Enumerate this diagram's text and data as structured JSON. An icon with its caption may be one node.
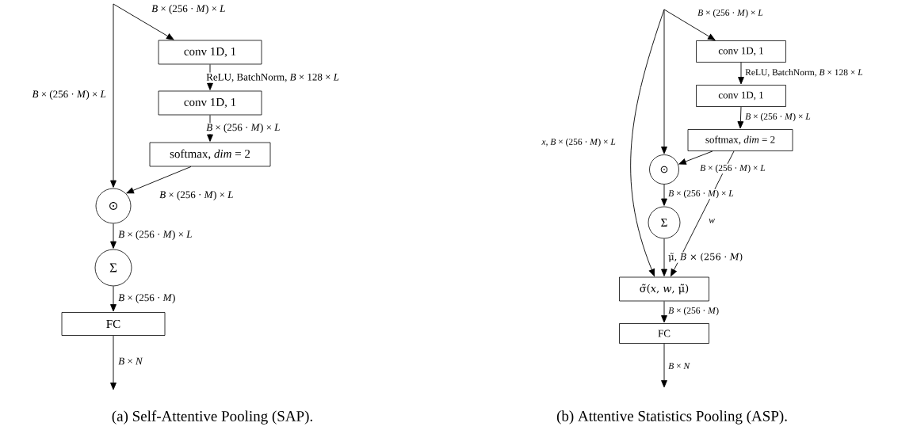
{
  "diagram": {
    "nodes": [
      {
        "text": [
          "conv 1D, 1"
        ]
      },
      {
        "text": [
          "conv 1D, 1"
        ]
      },
      {
        "text": [
          "softmax, *dim* = 2"
        ]
      },
      {
        "text": [
          "⊙"
        ]
      },
      {
        "text": [
          "Σ"
        ]
      },
      {
        "text": [
          "FC"
        ]
      },
      {
        "text": [
          "conv 1D, 1"
        ]
      },
      {
        "text": [
          "conv 1D, 1"
        ]
      },
      {
        "text": [
          "softmax, *dim* = 2"
        ]
      },
      {
        "text": [
          "⊙"
        ]
      },
      {
        "text": [
          "Σ"
        ]
      },
      {
        "text": [
          "σ̃(*x*, *w*, μ̃)"
        ]
      },
      {
        "text": [
          "FC"
        ]
      }
    ],
    "edges": [
      {
        "from": null,
        "to": 0,
        "arrow": "to",
        "label": "*B* × (256 · *M*) × *L*"
      },
      {
        "from": null,
        "to": 3,
        "arrow": "to",
        "label": "*B* × (256 · *M*) × *L*"
      },
      {
        "from": 0,
        "to": 1,
        "arrow": "to",
        "label": "ReLU, BatchNorm, *B* × 128 × *L*"
      },
      {
        "from": 1,
        "to": 2,
        "arrow": "to",
        "label": "*B* × (256 · *M*) × *L*"
      },
      {
        "from": 2,
        "to": 3,
        "arrow": "to",
        "label": "*B* × (256 · *M*) × *L*"
      },
      {
        "from": 3,
        "to": 4,
        "arrow": "to",
        "label": "*B* × (256 · *M*) × *L*"
      },
      {
        "from": 4,
        "to": 5,
        "arrow": "to",
        "label": "*B* × (256 · *M*)"
      },
      {
        "from": 5,
        "to": null,
        "arrow": "to",
        "label": "*B* × *N*"
      },
      {
        "from": null,
        "to": 6,
        "arrow": "to",
        "label": "*B* × (256 · *M*) × *L*"
      },
      {
        "from": null,
        "to": 9,
        "arrow": "to"
      },
      {
        "from": null,
        "to": 11,
        "arrow": "to",
        "label": "*x*, *B* × (256 · *M*) × *L*"
      },
      {
        "from": 6,
        "to": 7,
        "arrow": "to",
        "label": "ReLU, BatchNorm, *B* × 128 × *L*"
      },
      {
        "from": 7,
        "to": 8,
        "arrow": "to",
        "label": "*B* × (256 · *M*) × *L*"
      },
      {
        "from": 8,
        "to": 9,
        "arrow": "to",
        "label": "*B* × (256 · *M*) × *L*"
      },
      {
        "from": 8,
        "to": 11,
        "arrow": "to",
        "label": "*w*"
      },
      {
        "from": 9,
        "to": 10,
        "arrow": "to",
        "label": "*B* × (256 · *M*) × *L*"
      },
      {
        "from": 10,
        "to": 11,
        "arrow": "to",
        "label": "μ̃, *B* × (256 · *M*)"
      },
      {
        "from": 11,
        "to": 12,
        "arrow": "to",
        "label": "*B* × (256 · *M*)"
      },
      {
        "from": 12,
        "to": null,
        "arrow": "to",
        "label": "*B* × *N*"
      }
    ],
    "labels": [
      "(a) Self-Attentive Pooling (SAP).",
      "(b) Attentive Statistics Pooling (ASP)."
    ]
  }
}
